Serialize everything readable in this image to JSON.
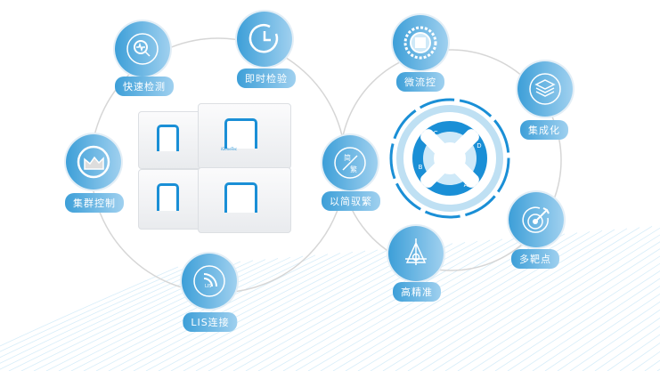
{
  "features": [
    {
      "id": "fast-detection",
      "label": "快速检测",
      "icon": "magnifier-pulse-icon"
    },
    {
      "id": "poct",
      "label": "即时检验",
      "icon": "clock-icon"
    },
    {
      "id": "cluster-control",
      "label": "集群控制",
      "icon": "area-chart-icon"
    },
    {
      "id": "lis",
      "label": "LIS连接",
      "icon": "wifi-signal-icon"
    },
    {
      "id": "simplicity",
      "label": "以简驭繁",
      "icon": "simple-complex-icon",
      "icon_text": [
        "简",
        "繁"
      ]
    },
    {
      "id": "microfluidic",
      "label": "微流控",
      "icon": "microfluidic-chip-icon"
    },
    {
      "id": "integration",
      "label": "集成化",
      "icon": "layers-icon"
    },
    {
      "id": "multi-target",
      "label": "多靶点",
      "icon": "target-arrow-icon"
    },
    {
      "id": "precision",
      "label": "高精准",
      "icon": "crosshair-triangle-icon"
    }
  ],
  "device": {
    "brand": "iGeneTec"
  },
  "chip": {
    "chambers": [
      "A",
      "B",
      "C",
      "D"
    ]
  },
  "colors": {
    "accent": "#1a8fd6",
    "gradient_end": "#9fd0ef",
    "ring": "#d6d6d6"
  }
}
